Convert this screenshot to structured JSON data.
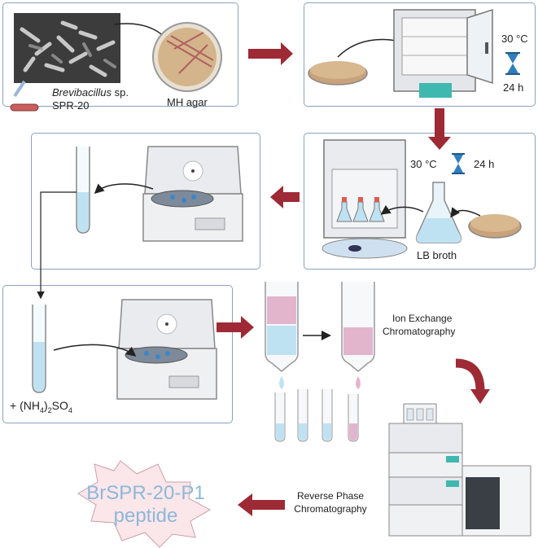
{
  "colors": {
    "arrow_red": "#9e2a35",
    "panel_border": "#8ca0c0",
    "liquid_blue": "#bfe2f3",
    "resin_pink": "#e3b5cc",
    "burst_fill": "#fbe6ea",
    "burst_text": "#8db8d8"
  },
  "panel1": {
    "organism_name": "Brevibacillus",
    "organism_suffix": " sp.",
    "strain_label": "SPR-20",
    "agar_label": "MH agar"
  },
  "panel2": {
    "temperature": "30 °C",
    "duration": "24 h"
  },
  "panel3": {
    "temperature": "30 °C",
    "duration": "24 h",
    "broth_label": "LB broth"
  },
  "panel5": {
    "reagent_prefix": "+ (NH",
    "reagent_sub1": "4",
    "reagent_mid": ")",
    "reagent_sub2": "2",
    "reagent_suffix": "SO",
    "reagent_sub3": "4"
  },
  "steps": {
    "ion_exchange_line1": "Ion Exchange",
    "ion_exchange_line2": "Chromatography",
    "reverse_phase_line1": "Reverse Phase",
    "reverse_phase_line2": "Chromatography"
  },
  "product": {
    "line1": "BrSPR-20-P1",
    "line2": "peptide"
  },
  "icons": [
    "sem-micrograph-icon",
    "petri-dish-icon",
    "incubator-icon",
    "hourglass-icon",
    "shaking-incubator-icon",
    "erlenmeyer-flask-icon",
    "centrifuge-icon",
    "test-tube-icon",
    "chromatography-column-icon",
    "hplc-instrument-icon",
    "starburst-icon"
  ]
}
